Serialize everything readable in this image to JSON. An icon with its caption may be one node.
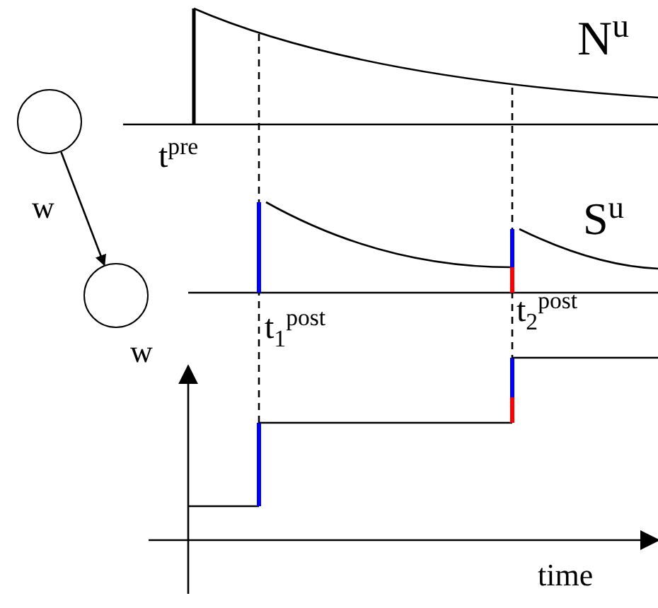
{
  "diagram": {
    "nodes": [
      {
        "text": [],
        "shape": "circle"
      },
      {
        "text": [],
        "shape": "circle"
      }
    ],
    "edges": [
      {
        "from": 0,
        "to": 1,
        "arrow": "to",
        "label": "w"
      }
    ],
    "labels": [
      "N$^{u}$",
      "t$^{pre}$",
      "S$^{u}$",
      "t$_{1}$$^{post}$",
      "t$_{2}$$^{post}$",
      "w",
      "time"
    ]
  }
}
